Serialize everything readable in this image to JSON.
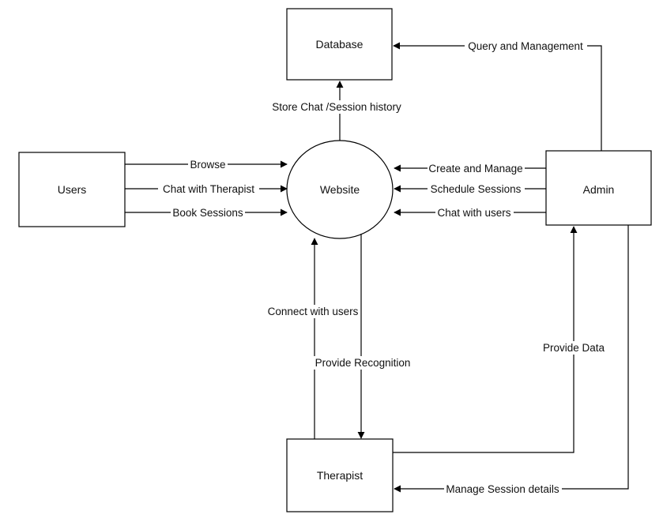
{
  "nodes": {
    "database": "Database",
    "users": "Users",
    "website": "Website",
    "admin": "Admin",
    "therapist": "Therapist"
  },
  "flows": {
    "query_management": "Query and Management",
    "store_history": "Store Chat /Session history",
    "browse": "Browse",
    "chat_therapist": "Chat with Therapist",
    "book_sessions": "Book Sessions",
    "create_manage": "Create and Manage",
    "schedule_sessions": "Schedule Sessions",
    "chat_users": "Chat with users",
    "connect_users": "Connect with users",
    "provide_recognition": "Provide Recognition",
    "provide_data": "Provide Data",
    "manage_session_details": "Manage Session details"
  }
}
